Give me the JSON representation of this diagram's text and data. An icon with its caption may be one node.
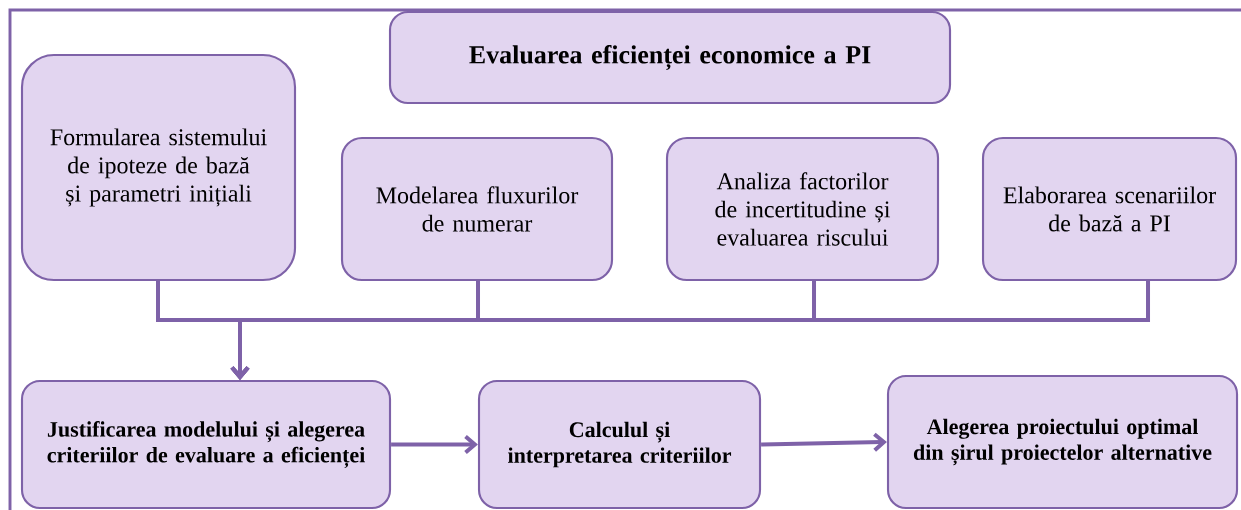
{
  "diagram": {
    "nodes": [
      {
        "text": [
          "Evaluarea eficienței economice a PI"
        ]
      },
      {
        "text": [
          "Formularea sistemului de ipoteze de bază și parametri inițiali"
        ]
      },
      {
        "text": [
          "Modelarea fluxurilor de numerar"
        ]
      },
      {
        "text": [
          "Analiza factorilor de incertitudine și evaluarea riscului"
        ]
      },
      {
        "text": [
          "Elaborarea scenariilor de bază a PI"
        ]
      },
      {
        "text": [
          "Justificarea modelului și alegerea criteriilor de evaluare a eficienței"
        ]
      },
      {
        "text": [
          "Calculul și interpretarea criteriilor"
        ]
      },
      {
        "text": [
          "Alegerea proiectului optimal din șirul proiectelor alternative"
        ]
      }
    ],
    "edges": [
      {
        "from": 1,
        "to": 5,
        "arrow": "to"
      },
      {
        "from": 2,
        "to": 5,
        "arrow": "to"
      },
      {
        "from": 3,
        "to": 5,
        "arrow": "to"
      },
      {
        "from": 4,
        "to": 5,
        "arrow": "to"
      },
      {
        "from": 5,
        "to": 6,
        "arrow": "to"
      },
      {
        "from": 6,
        "to": 7,
        "arrow": "to"
      }
    ]
  }
}
